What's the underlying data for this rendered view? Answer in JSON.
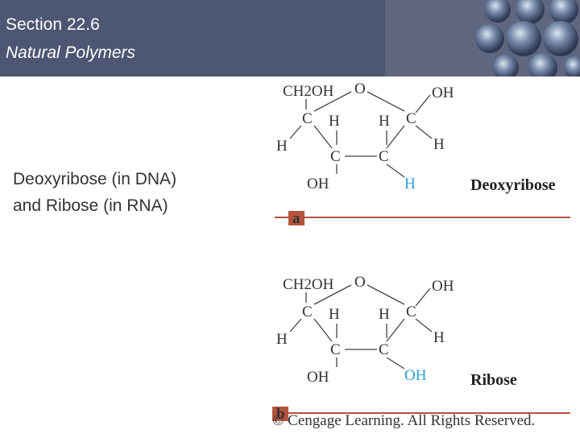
{
  "header": {
    "title": "Section 22.6",
    "subtitle": "Natural Polymers"
  },
  "body": {
    "line1": "Deoxyribose (in DNA)",
    "line2": "and Ribose (in RNA)"
  },
  "panel_a": {
    "letter": "a",
    "name": "Deoxyribose",
    "atoms": {
      "ch2oh": "CH2OH",
      "o": "O",
      "oh_top_right": "OH",
      "c_left": "C",
      "h_inner_left": "H",
      "h_inner_right": "H",
      "c_right": "C",
      "h_left": "H",
      "h_right": "H",
      "c_bottom_left": "C",
      "c_bottom_right": "C",
      "oh_bottom": "OH",
      "sub_bottom_right": "H"
    }
  },
  "panel_b": {
    "letter": "b",
    "name": "Ribose",
    "atoms": {
      "ch2oh": "CH2OH",
      "o": "O",
      "oh_top_right": "OH",
      "c_left": "C",
      "h_inner_left": "H",
      "h_inner_right": "H",
      "c_right": "C",
      "h_left": "H",
      "h_right": "H",
      "c_bottom_left": "C",
      "c_bottom_right": "C",
      "oh_bottom": "OH",
      "sub_bottom_right": "OH"
    }
  },
  "copyright": "© Cengage Learning. All Rights Reserved.",
  "colors": {
    "header": "#4d5672",
    "accent_line": "#b5533c",
    "highlight": "#2aa0d8"
  }
}
